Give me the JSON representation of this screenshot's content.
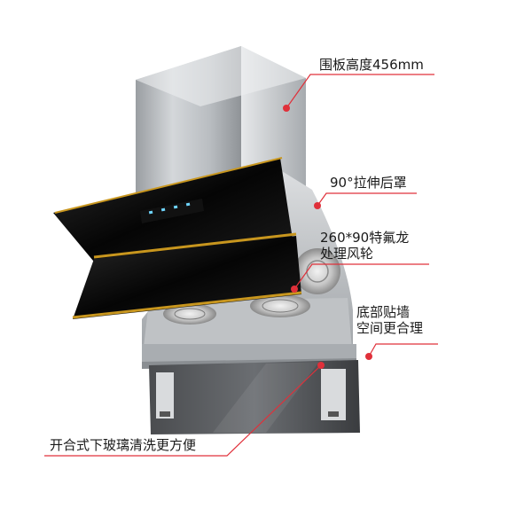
{
  "callouts": {
    "panel_height": "围板高度456mm",
    "rear_hood": "90°拉伸后罩",
    "fan_line1": "260*90特氟龙",
    "fan_line2": "处理风轮",
    "wall_line1": "底部贴墙",
    "wall_line2": "空间更合理",
    "glass": "开合式下玻璃清洗更方便"
  },
  "colors": {
    "marker": "#e0303a",
    "leader_line": "#e0303a",
    "steel": "#c9cccf",
    "glass_panel": "#0d0d0d",
    "gold_trim": "#c8961e"
  }
}
